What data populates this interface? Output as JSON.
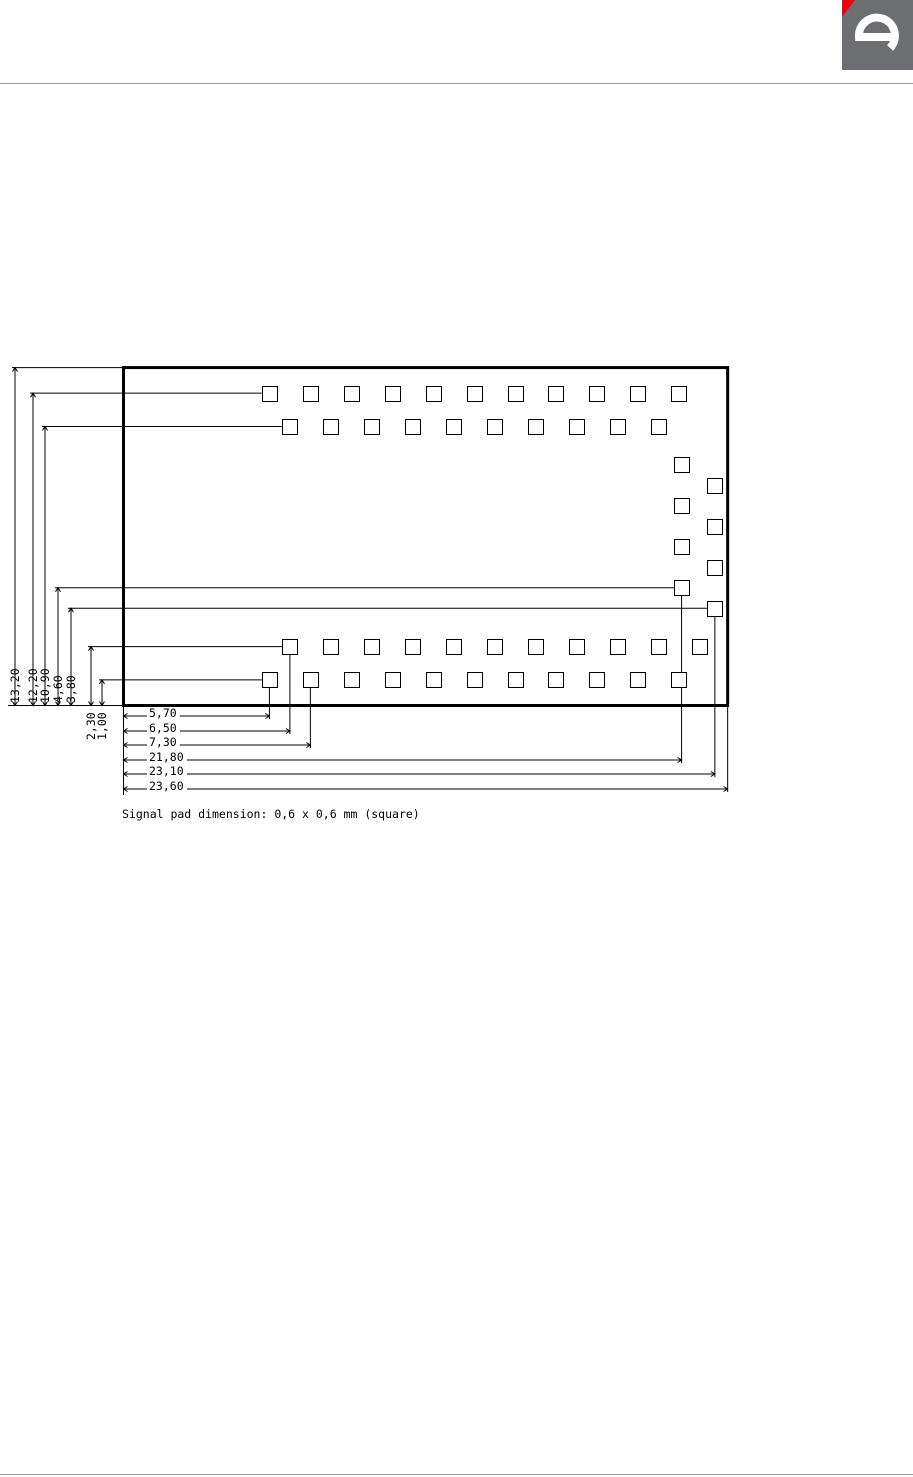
{
  "logo": {
    "letter": "e",
    "background": "#6d6e71",
    "accent": "#e30613"
  },
  "diagram": {
    "unit": "mm",
    "module": {
      "width": 23.6,
      "height": 13.2
    },
    "pad_size": 0.6,
    "rows": [
      {
        "id": "top-outer",
        "y": 12.2,
        "x_start": 5.7,
        "pitch": 1.6,
        "count": 11
      },
      {
        "id": "top-inner",
        "y": 10.9,
        "x_start": 6.5,
        "pitch": 1.6,
        "count": 10
      },
      {
        "id": "bottom-inner",
        "y": 2.3,
        "x_start": 6.5,
        "pitch": 1.6,
        "count": 11
      },
      {
        "id": "bottom-outer",
        "y": 1.0,
        "x_start": 5.7,
        "pitch": 1.6,
        "count": 11
      }
    ],
    "columns": [
      {
        "id": "right-inner",
        "x": 21.8,
        "y_start": 4.6,
        "pitch": 1.6,
        "count": 4
      },
      {
        "id": "right-outer",
        "x": 23.1,
        "y_start": 3.8,
        "pitch": 1.6,
        "count": 4
      }
    ],
    "vertical_dims": [
      {
        "value": 13.2,
        "label": "13,20"
      },
      {
        "value": 12.2,
        "label": "12,20"
      },
      {
        "value": 10.9,
        "label": "10,90"
      },
      {
        "value": 4.6,
        "label": "4,60"
      },
      {
        "value": 3.8,
        "label": "3,80"
      },
      {
        "value": 2.3,
        "label": "2,30"
      },
      {
        "value": 1.0,
        "label": "1,00"
      }
    ],
    "horizontal_dims": [
      {
        "value": 5.7,
        "label": "5,70"
      },
      {
        "value": 6.5,
        "label": "6,50"
      },
      {
        "value": 7.3,
        "label": "7,30"
      },
      {
        "value": 21.8,
        "label": "21,80"
      },
      {
        "value": 23.1,
        "label": "23,10"
      },
      {
        "value": 23.6,
        "label": "23,60"
      }
    ]
  },
  "caption": "Signal pad dimension: 0,6 x 0,6 mm (square)"
}
